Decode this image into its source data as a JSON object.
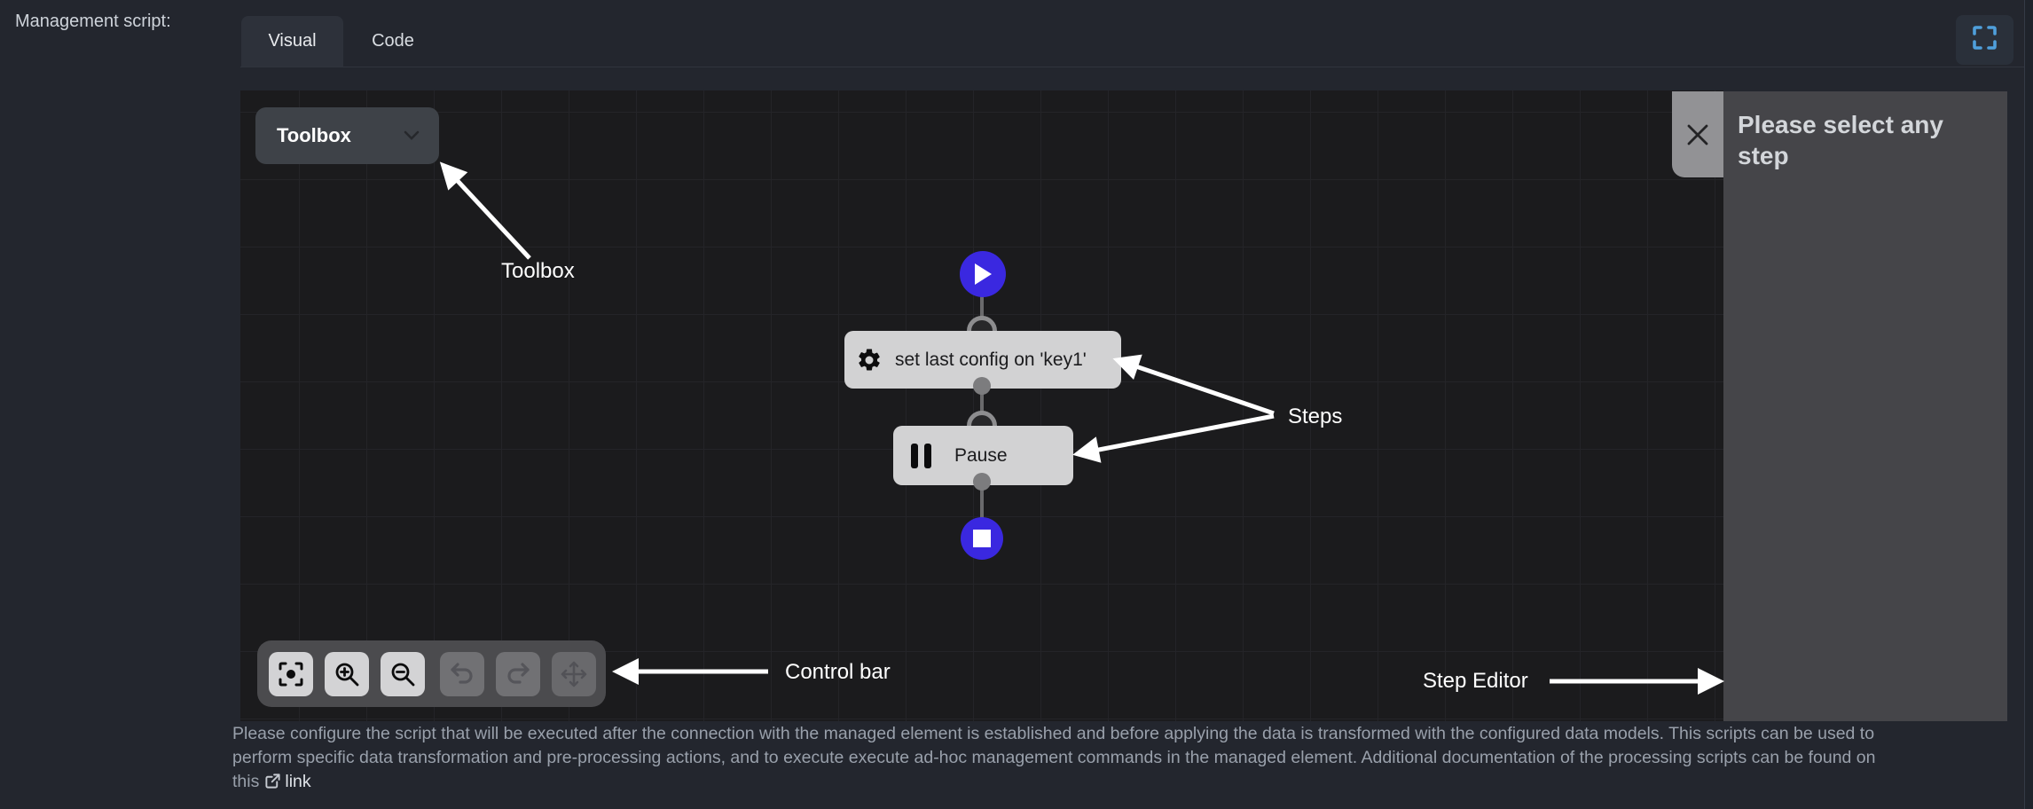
{
  "header": {
    "label": "Management script:",
    "tabs": [
      {
        "label": "Visual",
        "active": true
      },
      {
        "label": "Code",
        "active": false
      }
    ],
    "fullscreen_icon": "expand-fullscreen-icon"
  },
  "canvas": {
    "toolbox": {
      "label": "Toolbox",
      "chevron_icon": "chevron-down-icon"
    },
    "flow": {
      "start_icon": "play-icon",
      "steps": [
        {
          "icon": "gear-icon",
          "label": "set last config on 'key1'"
        },
        {
          "icon": "pause-icon",
          "label": "Pause"
        }
      ],
      "end_icon": "stop-icon"
    },
    "control_bar": {
      "buttons": [
        {
          "name": "fit-view-button",
          "icon": "fit-view-icon",
          "enabled": true
        },
        {
          "name": "zoom-in-button",
          "icon": "zoom-in-icon",
          "enabled": true
        },
        {
          "name": "zoom-out-button",
          "icon": "zoom-out-icon",
          "enabled": true
        },
        {
          "name": "undo-button",
          "icon": "undo-icon",
          "enabled": false
        },
        {
          "name": "redo-button",
          "icon": "redo-icon",
          "enabled": false
        },
        {
          "name": "pan-button",
          "icon": "move-icon",
          "enabled": false
        }
      ]
    }
  },
  "step_editor": {
    "title": "Please select any step",
    "close_icon": "close-icon"
  },
  "annotations": {
    "toolbox": "Toolbox",
    "steps": "Steps",
    "control_bar": "Control bar",
    "step_editor": "Step Editor"
  },
  "footer": {
    "line1": "Please configure the script that will be executed after the connection with the managed element is established and before applying the data is transformed with the configured data models. This scripts can be used to",
    "line2": "perform specific data transformation and pre-processing actions, and to execute execute ad-hoc management commands in the managed element. Additional documentation of the processing scripts can be found on",
    "line3_prefix": "this",
    "link_label": "link",
    "link_icon": "external-link-icon"
  },
  "colors": {
    "accent_indigo": "#3a28e0",
    "fullscreen_icon_blue": "#4f9fdb",
    "node_bg": "#d2d2d3",
    "canvas_bg": "#1b1b1d",
    "panel_bg": "#454549",
    "annotation_white": "#ffffff"
  }
}
